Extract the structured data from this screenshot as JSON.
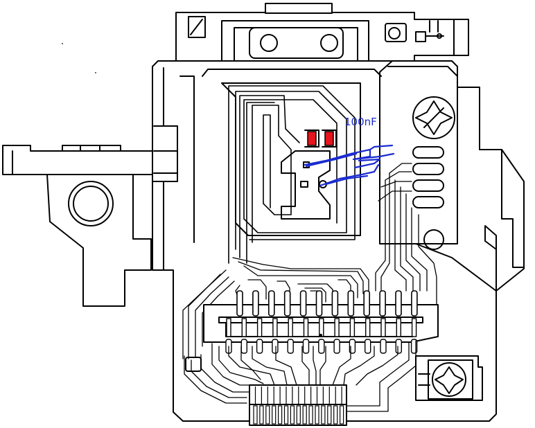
{
  "annotation": {
    "label": "100nF",
    "ink_color": "#1a2bd0",
    "pad_color": "#e8141c"
  },
  "connector": {
    "top_pins": 12,
    "bottom_pins": 13,
    "flex_fingers": 15
  }
}
